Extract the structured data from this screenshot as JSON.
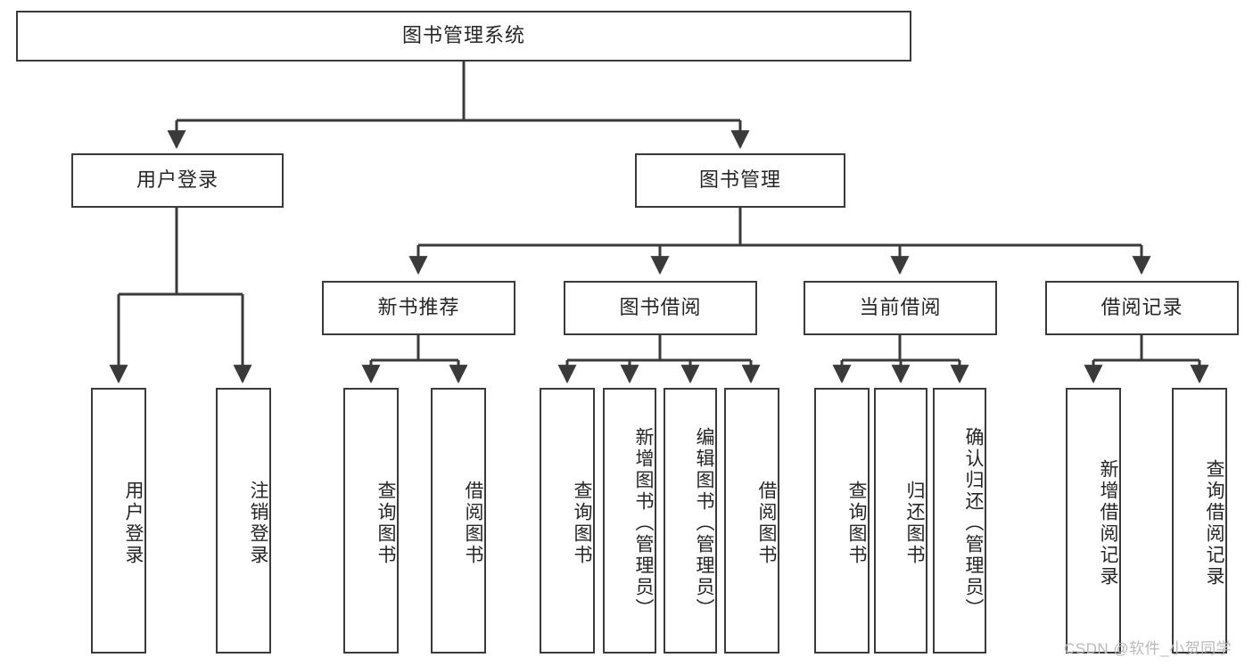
{
  "diagram": {
    "title": "图书管理系统",
    "type": "tree-hierarchy-chart",
    "root": {
      "label": "图书管理系统"
    },
    "level2": [
      {
        "label": "用户登录"
      },
      {
        "label": "图书管理"
      }
    ],
    "level3": [
      {
        "label": "新书推荐"
      },
      {
        "label": "图书借阅"
      },
      {
        "label": "当前借阅"
      },
      {
        "label": "借阅记录"
      }
    ],
    "leaves": {
      "user_login": [
        {
          "label": "用户登录"
        },
        {
          "label": "注销登录"
        }
      ],
      "new_book_recommend": [
        {
          "label": "查询图书"
        },
        {
          "label": "借阅图书"
        }
      ],
      "book_borrow": [
        {
          "label": "查询图书"
        },
        {
          "label": "新增图书（管理员）"
        },
        {
          "label": "编辑图书（管理员）"
        },
        {
          "label": "借阅图书"
        }
      ],
      "current_borrow": [
        {
          "label": "查询图书"
        },
        {
          "label": "归还图书"
        },
        {
          "label": "确认归还（管理员）"
        }
      ],
      "borrow_record": [
        {
          "label": "新增借阅记录"
        },
        {
          "label": "查询借阅记录"
        }
      ]
    }
  },
  "watermark": {
    "text": "CSDN @软件_小贺同学"
  },
  "colors": {
    "stroke": "#3a3a3a",
    "background": "#ffffff",
    "text": "#262626",
    "watermark": "#b9b9b9"
  }
}
